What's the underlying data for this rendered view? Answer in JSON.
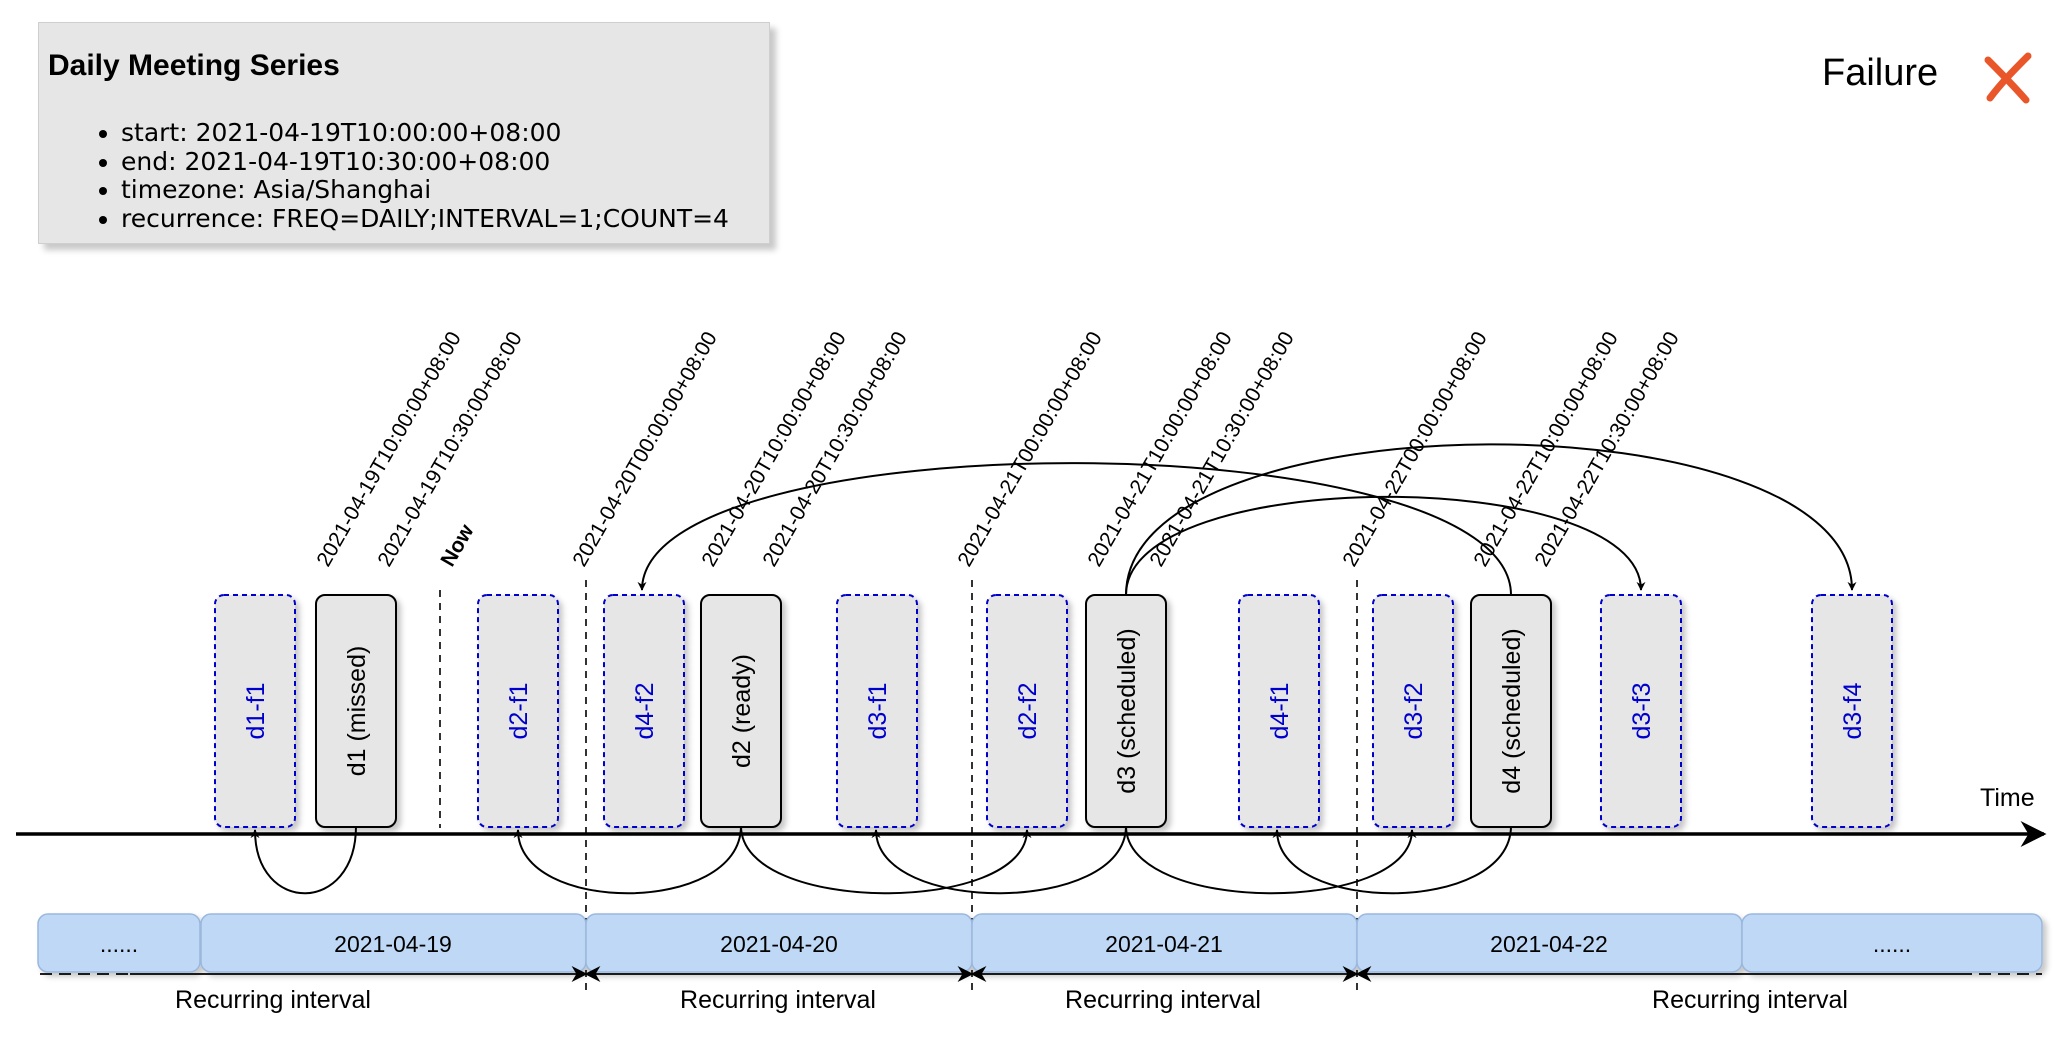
{
  "info": {
    "title": "Daily Meeting Series",
    "items": [
      "start: 2021-04-19T10:00:00+08:00",
      "end: 2021-04-19T10:30:00+08:00",
      "timezone: Asia/Shanghai",
      "recurrence: FREQ=DAILY;INTERVAL=1;COUNT=4"
    ]
  },
  "legend": {
    "label": "Failure",
    "icon": "cross-icon",
    "icon_color": "#e8562a"
  },
  "axis": {
    "label": "Time",
    "now_label": "Now"
  },
  "timestamps": [
    "2021-04-19T10:00:00+08:00",
    "2021-04-19T10:30:00+08:00",
    "2021-04-20T00:00:00+08:00",
    "2021-04-20T10:00:00+08:00",
    "2021-04-20T10:30:00+08:00",
    "2021-04-21T00:00:00+08:00",
    "2021-04-21T10:00:00+08:00",
    "2021-04-21T10:30:00+08:00",
    "2021-04-22T00:00:00+08:00",
    "2021-04-22T10:00:00+08:00",
    "2021-04-22T10:30:00+08:00"
  ],
  "meetings": [
    {
      "id": "d1",
      "label": "d1 (missed)"
    },
    {
      "id": "d2",
      "label": "d2 (ready)"
    },
    {
      "id": "d3",
      "label": "d3 (scheduled)"
    },
    {
      "id": "d4",
      "label": "d4 (scheduled)"
    }
  ],
  "failures": [
    {
      "id": "d1-f1",
      "label": "d1-f1"
    },
    {
      "id": "d2-f1",
      "label": "d2-f1"
    },
    {
      "id": "d4-f2",
      "label": "d4-f2"
    },
    {
      "id": "d3-f1",
      "label": "d3-f1"
    },
    {
      "id": "d2-f2",
      "label": "d2-f2"
    },
    {
      "id": "d4-f1",
      "label": "d4-f1"
    },
    {
      "id": "d3-f2",
      "label": "d3-f2"
    },
    {
      "id": "d3-f3",
      "label": "d3-f3"
    },
    {
      "id": "d3-f4",
      "label": "d3-f4"
    }
  ],
  "days": [
    "......",
    "2021-04-19",
    "2021-04-20",
    "2021-04-21",
    "2021-04-22",
    "......"
  ],
  "interval_label": "Recurring interval",
  "colors": {
    "meeting_fill": "#e6e6e6",
    "failure_border": "#0000cc",
    "failure_text": "#0000cc",
    "day_fill": "#bfd8f5",
    "day_border": "#9ab7de"
  }
}
